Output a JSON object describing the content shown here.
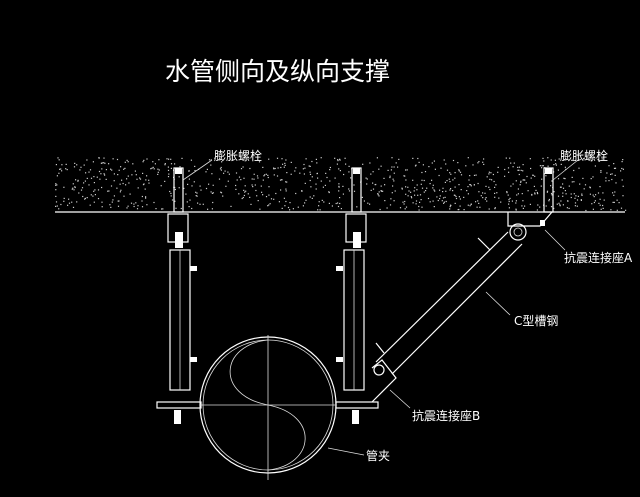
{
  "title": "水管侧向及纵向支撑",
  "labels": {
    "bolt_left": "膨胀螺栓",
    "bolt_right": "膨胀螺栓",
    "seat_a": "抗震连接座A",
    "channel": "C型槽钢",
    "seat_b": "抗震连接座B",
    "clamp": "管夹"
  },
  "colors": {
    "background": "#000000",
    "lines": "#ffffff"
  }
}
